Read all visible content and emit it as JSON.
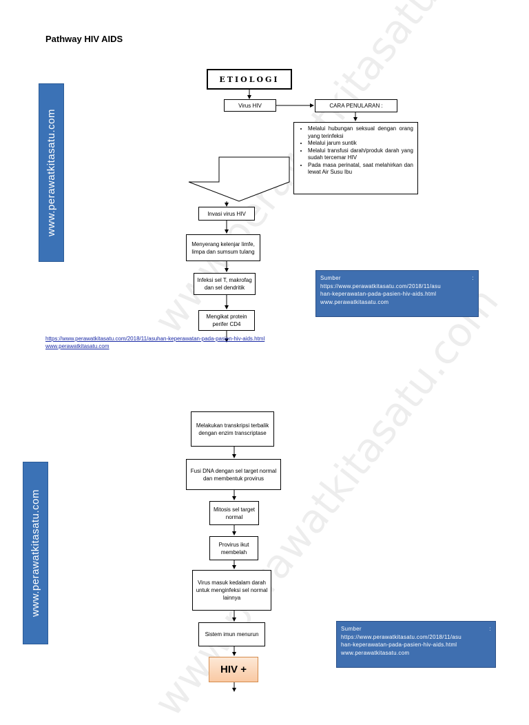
{
  "title": "Pathway HIV AIDS",
  "watermark": "www.perawatkitasatu.com",
  "side_banner": "www.perawatkitasatu.com",
  "page1": {
    "etiologi": "ETIOLOGI",
    "virus": "Virus HIV",
    "cara": "CARA PENULARAN :",
    "cara_items": [
      "Melalui hubungan seksual dengan orang yang terinfeksi",
      "Melalui jarum suntik",
      "Melalui transfusi darah/produk darah yang sudah tercemar HIV",
      "Pada masa perinatal, saat melahirkan dan lewat Air Susu Ibu"
    ],
    "steps": [
      "Invasi virus HIV",
      "Menyerang kelenjar limfe, limpa dan sumsum tulang",
      "Infeksi sel T, makrofag dan sel dendritik",
      "Mengikat protein perifer CD4"
    ],
    "link1": "https://www.perawatkitasatu.com/2018/11/asuhan-keperawatan-pada-pasien-hiv-aids.html",
    "link2": "www.perawatkitasatu.com"
  },
  "page2": {
    "steps": [
      "Melakukan transkripsi terbalik dengan enzim transcriptase",
      "Fusi DNA dengan sel target normal dan membentuk provirus",
      "Mitosis sel target normal",
      "Provirus ikut membelah",
      "Virus masuk kedalam darah untuk menginfeksi sel normal lainnya",
      "Sistem imun menurun"
    ],
    "hiv": "HIV +"
  },
  "source": {
    "label": "Sumber",
    "colon": ":",
    "line1": "https://www.perawatkitasatu.com/2018/11/asu",
    "line2": "han-keperawatan-pada-pasien-hiv-aids.html",
    "line3": "www.perawatkitasatu.com"
  }
}
